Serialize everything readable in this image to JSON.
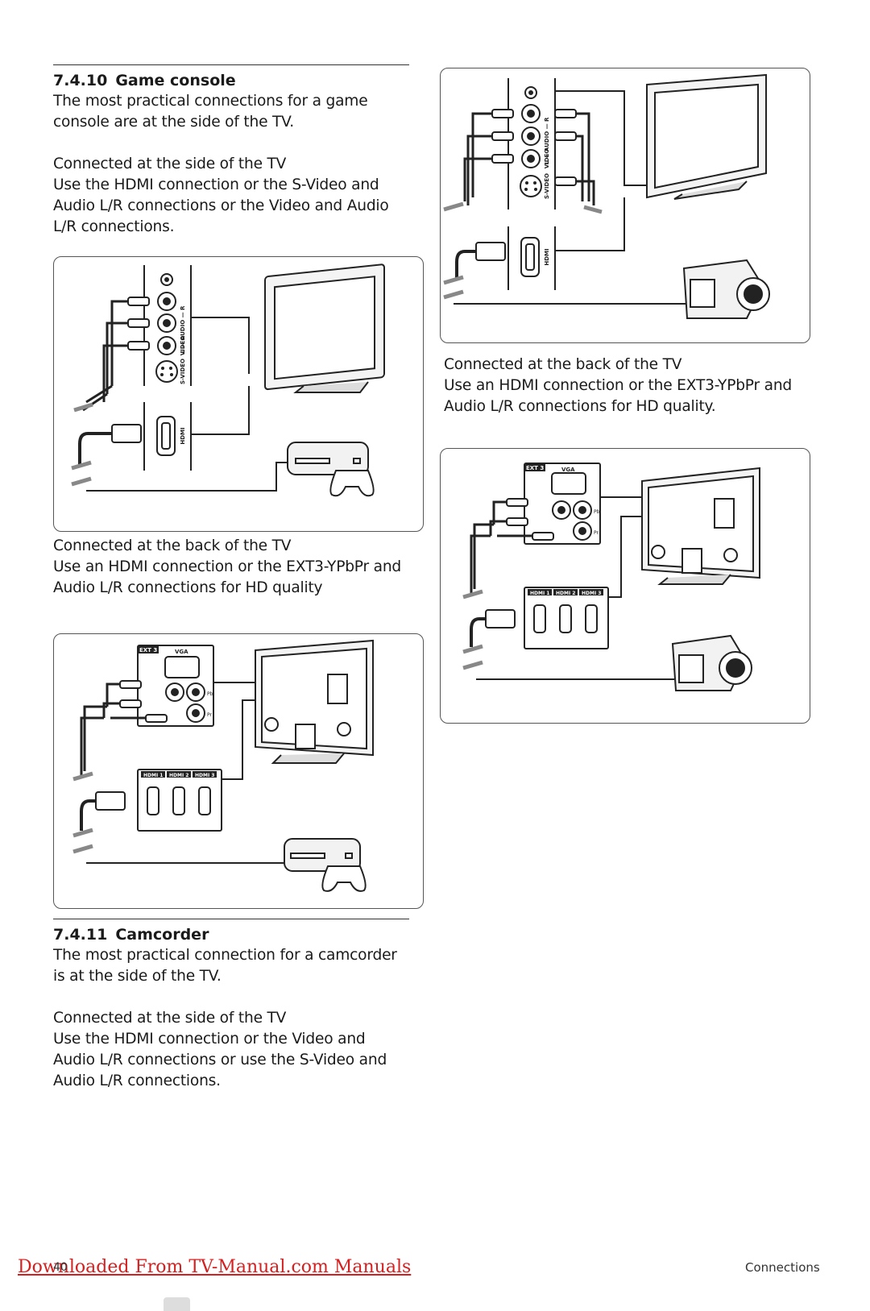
{
  "game_console": {
    "number": "7.4.10",
    "title": "Game console",
    "intro": "The most practical connections for a game console are at the side of the TV.",
    "side_heading": "Connected at the side of the TV",
    "side_text": "Use the HDMI connection or the S-Video and Audio L/R connections or the Video and Audio L/R connections.",
    "back_heading": "Connected at the back of the TV",
    "back_text": "Use an HDMI connection or the EXT3-YPbPr and Audio L/R connections for HD quality"
  },
  "camcorder": {
    "number": "7.4.11",
    "title": "Camcorder",
    "intro": "The most practical connection for a camcorder is at the side of the TV.",
    "side_heading": "Connected at the side of the TV",
    "side_text": "Use the HDMI connection or the Video and Audio L/R connections or use the S-Video and Audio L/R connections.",
    "back_heading": "Connected at the back of the TV",
    "back_text": "Use an HDMI connection or the EXT3-YPbPr  and Audio L/R connections for HD quality."
  },
  "diagram_labels": {
    "audio": "L — AUDIO — R",
    "video": "VIDEO",
    "svideo": "S-VIDEO",
    "hdmi": "HDMI",
    "ext3": "EXT 3",
    "vga": "VGA",
    "hdmi1": "HDMI 1",
    "hdmi2": "HDMI 2",
    "hdmi3": "HDMI 3",
    "pb": "Pb",
    "pr": "Pr"
  },
  "footer": {
    "link": "Downloaded From TV-Manual.com Manuals",
    "page_number": "40",
    "section": "Connections"
  }
}
